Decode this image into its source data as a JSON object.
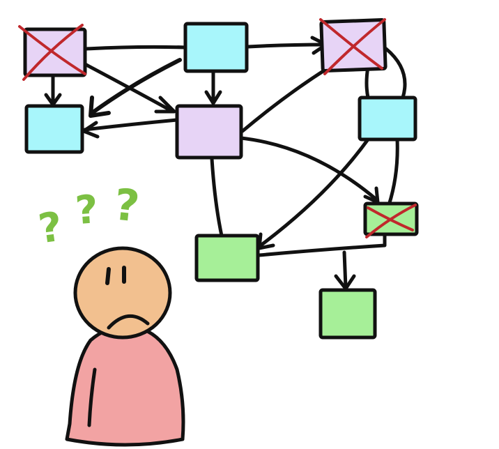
{
  "colors": {
    "cyan": "#a8f6fb",
    "lavender": "#e7d4f6",
    "green": "#a6ef98",
    "cross": "#c0282c",
    "skin": "#f2c08f",
    "shirt": "#f2a3a3",
    "question": "#7cc043",
    "ink": "#111111"
  },
  "nodes": [
    {
      "id": "n1",
      "fill": "lavender",
      "crossed": true
    },
    {
      "id": "n2",
      "fill": "cyan",
      "crossed": false
    },
    {
      "id": "n3",
      "fill": "lavender",
      "crossed": true
    },
    {
      "id": "n4",
      "fill": "cyan",
      "crossed": false
    },
    {
      "id": "n5",
      "fill": "lavender",
      "crossed": false
    },
    {
      "id": "n6",
      "fill": "cyan",
      "crossed": false
    },
    {
      "id": "n7",
      "fill": "green",
      "crossed": true
    },
    {
      "id": "n8",
      "fill": "green",
      "crossed": false
    },
    {
      "id": "n9",
      "fill": "green",
      "crossed": false
    }
  ],
  "edges": [
    {
      "from": "n1",
      "to": "n2",
      "arrow": false
    },
    {
      "from": "n2",
      "to": "n3",
      "arrow": true
    },
    {
      "from": "n1",
      "to": "n4",
      "arrow": true
    },
    {
      "from": "n1",
      "to": "n5",
      "arrow": true
    },
    {
      "from": "n2",
      "to": "n4",
      "arrow": true
    },
    {
      "from": "n2",
      "to": "n5",
      "arrow": true
    },
    {
      "from": "n5",
      "to": "n4",
      "arrow": true
    },
    {
      "from": "n5",
      "to": "n3",
      "arrow": false
    },
    {
      "from": "n3",
      "to": "n6",
      "arrow": false
    },
    {
      "from": "n6",
      "to": "n7",
      "arrow": false
    },
    {
      "from": "n6",
      "to": "n8",
      "arrow": true
    },
    {
      "from": "n5",
      "to": "n7",
      "arrow": true
    },
    {
      "from": "n5",
      "to": "n8",
      "arrow": false
    },
    {
      "from": "n7",
      "to": "n8",
      "arrow": false
    },
    {
      "from": "n7",
      "to": "n9",
      "arrow": true
    }
  ],
  "figure": {
    "question_marks": [
      "?",
      "?",
      "?"
    ],
    "expression": "confused-frown"
  }
}
